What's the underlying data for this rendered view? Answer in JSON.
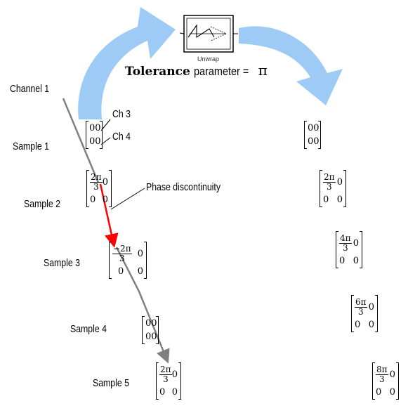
{
  "block": {
    "name": "Unwrap"
  },
  "tolerance": {
    "bold": "Tolerance",
    "rest": "parameter = ",
    "symbol": "π"
  },
  "labels": {
    "channel1": "Channel 1",
    "ch3": "Ch 3",
    "ch4": "Ch 4",
    "phase": "Phase discontinuity",
    "samples": [
      "Sample 1",
      "Sample 2",
      "Sample 3",
      "Sample 4",
      "Sample 5"
    ]
  },
  "input_matrices": [
    {
      "r1c1": "0",
      "r1c2": "0",
      "r2c1": "0",
      "r2c2": "0"
    },
    {
      "r1c1": {
        "num": "2π",
        "den": "3"
      },
      "r1c2": "0",
      "r2c1": "0",
      "r2c2": "0"
    },
    {
      "r1c1": {
        "num": "−2π",
        "den": "3"
      },
      "r1c2": "0",
      "r2c1": "0",
      "r2c2": "0"
    },
    {
      "r1c1": "0",
      "r1c2": "0",
      "r2c1": "0",
      "r2c2": "0"
    },
    {
      "r1c1": {
        "num": "2π",
        "den": "3"
      },
      "r1c2": "0",
      "r2c1": "0",
      "r2c2": "0"
    }
  ],
  "output_matrices": [
    {
      "r1c1": "0",
      "r1c2": "0",
      "r2c1": "0",
      "r2c2": "0"
    },
    {
      "r1c1": {
        "num": "2π",
        "den": "3"
      },
      "r1c2": "0",
      "r2c1": "0",
      "r2c2": "0"
    },
    {
      "r1c1": {
        "num": "4π",
        "den": "3"
      },
      "r1c2": "0",
      "r2c1": "0",
      "r2c2": "0"
    },
    {
      "r1c1": {
        "num": "6π",
        "den": "3"
      },
      "r1c2": "0",
      "r2c1": "0",
      "r2c2": "0"
    },
    {
      "r1c1": {
        "num": "8π",
        "den": "3"
      },
      "r1c2": "0",
      "r2c1": "0",
      "r2c2": "0"
    }
  ],
  "colors": {
    "arrow_blue": "#9dcbf5",
    "discontinuity": "#ff0000",
    "channel_line": "#808080"
  }
}
